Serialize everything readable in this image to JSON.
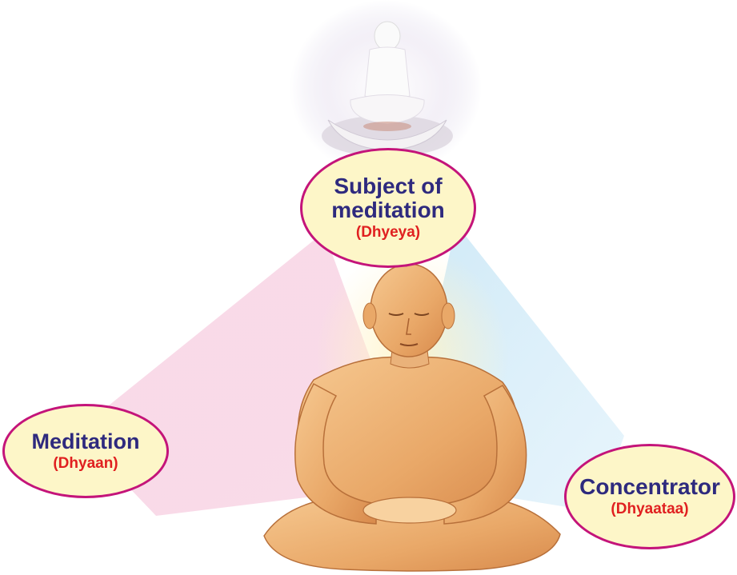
{
  "subject": {
    "line1": "Subject of",
    "line2": "meditation",
    "term": "(Dhyeya)"
  },
  "meditation": {
    "label": "Meditation",
    "term": "(Dhyaan)"
  },
  "concentrator": {
    "label": "Concentrator",
    "term": "(Dhyaataa)"
  },
  "colors": {
    "bubble_border": "#c4147a",
    "bubble_fill": "#fdf6c8",
    "label_text": "#2e2a7e",
    "term_text": "#e02020",
    "beam_left": "#f6c8dc",
    "beam_right": "#c6e6f6",
    "skin": "#f0b878"
  },
  "illustrations": {
    "top": "tirthankara-idol-illustration",
    "center": "meditating-person-illustration"
  }
}
